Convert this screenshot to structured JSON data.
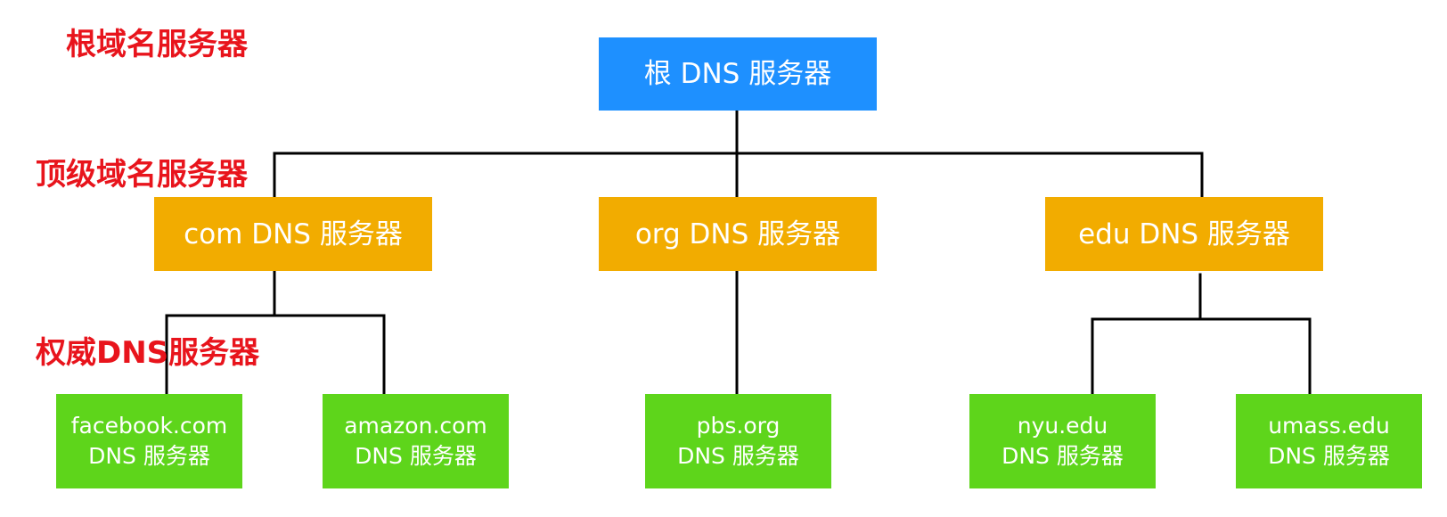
{
  "labels": {
    "root_level": "根域名服务器",
    "tld_level": "顶级域名服务器",
    "auth_level": "权威DNS服务器"
  },
  "nodes": {
    "root": "根 DNS 服务器",
    "com": "com DNS 服务器",
    "org": "org DNS 服务器",
    "edu": "edu DNS 服务器",
    "facebook": {
      "line1": "facebook.com",
      "line2": "DNS 服务器"
    },
    "amazon": {
      "line1": "amazon.com",
      "line2": "DNS 服务器"
    },
    "pbs": {
      "line1": "pbs.org",
      "line2": "DNS 服务器"
    },
    "nyu": {
      "line1": "nyu.edu",
      "line2": "DNS 服务器"
    },
    "umass": {
      "line1": "umass.edu",
      "line2": "DNS 服务器"
    }
  },
  "colors": {
    "root_node": "#1e90ff",
    "tld_node": "#f2ac00",
    "auth_node": "#5ed51b",
    "level_label": "#e8141c",
    "connector": "#000000"
  }
}
